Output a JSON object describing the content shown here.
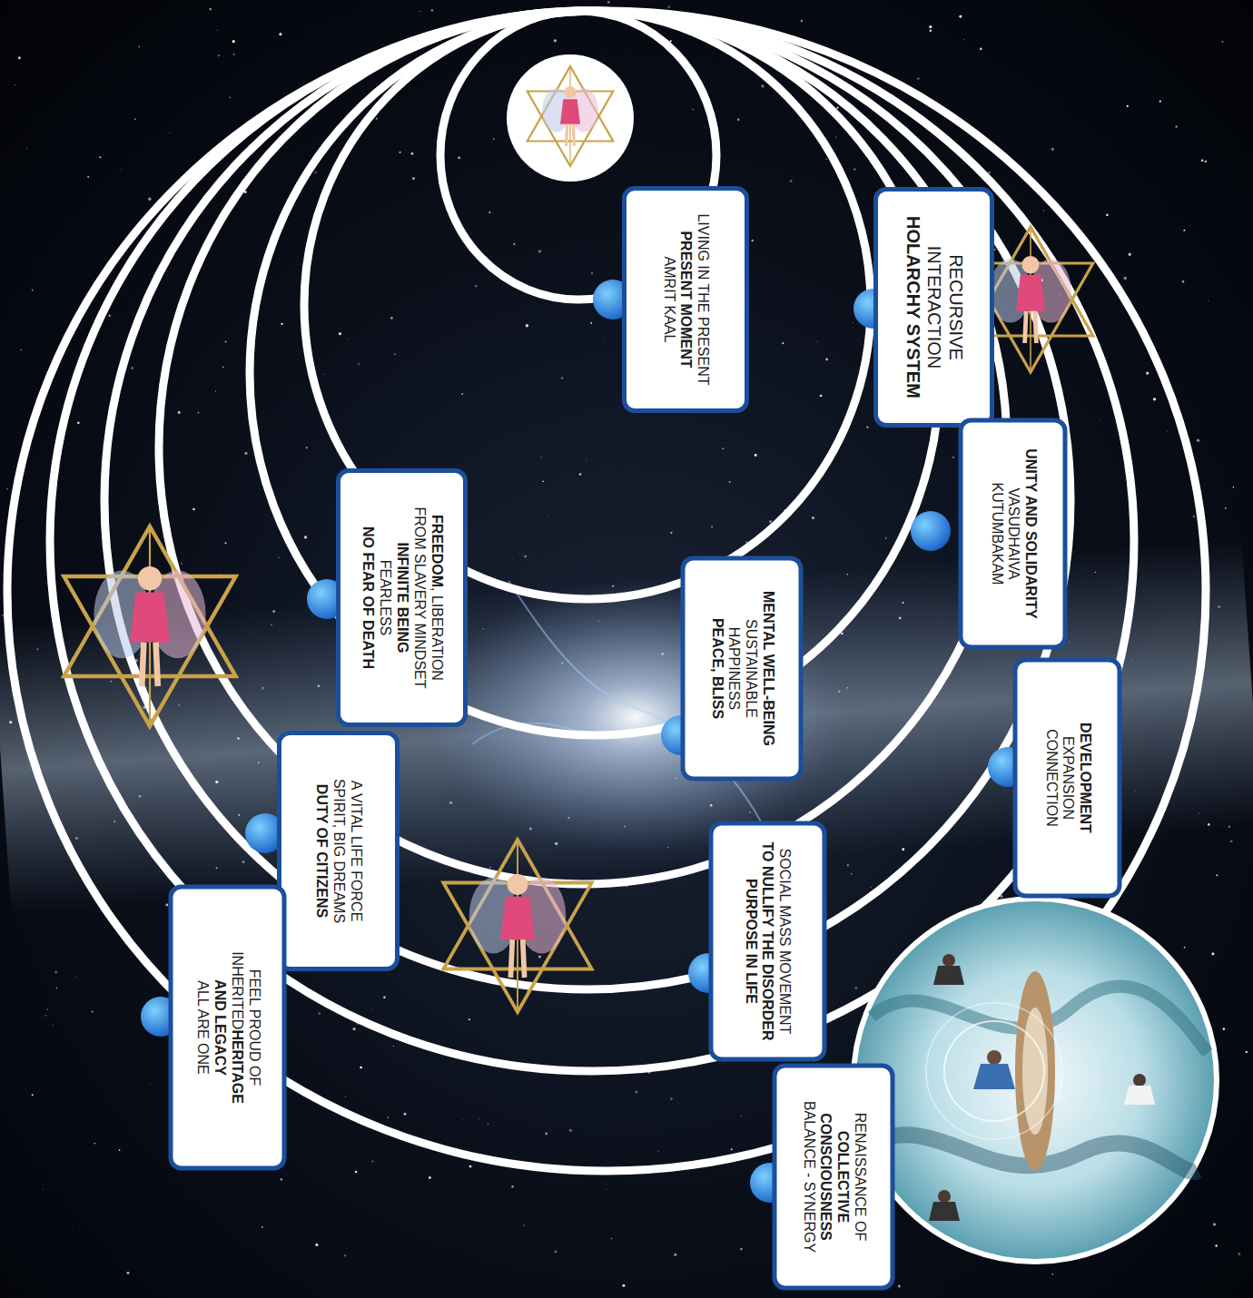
{
  "diagram": {
    "nodes": [
      {
        "text": [
          "LIVING IN THE PRESENT",
          "PRESENT MOMENT",
          "AMRIT KAAL"
        ]
      },
      {
        "text": [
          "RECURSIVE",
          "INTERACTION",
          "HOLARCHY SYSTEM"
        ]
      },
      {
        "text": [
          "UNITY AND SOLIDARITY",
          "VASUDHAIVA",
          "KUTUMBAKAM"
        ]
      },
      {
        "text": [
          "FREEDOM",
          ", LIBERATION FROM SLAVERY MINDSET",
          "INFINITE BEING",
          "FEARLESS",
          "NO FEAR OF DEATH"
        ]
      },
      {
        "text": [
          "MENTAL WELL-BEING",
          "SUSTAINABLE",
          "HAPPINESS",
          "PEACE, BLISS"
        ]
      },
      {
        "text": [
          "DEVELOPMENT",
          "EXPANSION",
          "CONNECTION"
        ]
      },
      {
        "text": [
          "A VITAL LIFE FORCE SPIRIT, BIG DREAMS",
          "DUTY OF CITIZENS"
        ]
      },
      {
        "text": [
          "SOCIAL MASS MOVEMENT",
          "TO NULLIFY THE DISORDER",
          "PURPOSE IN LIFE"
        ]
      },
      {
        "text": [
          "FEEL PROUD OF INHERITED",
          "HERITAGE AND LEGACY",
          "ALL ARE ONE"
        ]
      },
      {
        "text": [
          "RENAISSANCE OF",
          "COLLECTIVE CONSCIOUSNESS",
          "BALANCE - SYNERGY"
        ]
      }
    ]
  }
}
